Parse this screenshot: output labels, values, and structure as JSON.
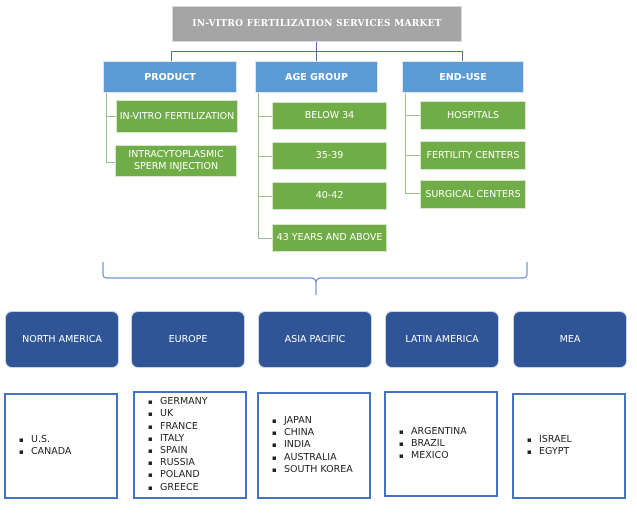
{
  "title": "IN-VITRO FERTILIZATION SERVICES MARKET",
  "segments": [
    {
      "label": "PRODUCT",
      "items": [
        "IN-VITRO FERTILIZATION",
        "INTRACYTOPLASMIC SPERM INJECTION"
      ]
    },
    {
      "label": "AGE GROUP",
      "items": [
        "BELOW 34",
        "35-39",
        "40-42",
        "43 YEARS AND ABOVE"
      ]
    },
    {
      "label": "END-USE",
      "items": [
        "HOSPITALS",
        "FERTILITY CENTERS",
        "SURGICAL CENTERS"
      ]
    }
  ],
  "regions": [
    {
      "label": "NORTH AMERICA",
      "countries": [
        "U.S.",
        "CANADA"
      ]
    },
    {
      "label": "EUROPE",
      "countries": [
        "GERMANY",
        "UK",
        "FRANCE",
        "ITALY",
        "SPAIN",
        "RUSSIA",
        "POLAND",
        "GREECE"
      ]
    },
    {
      "label": "ASIA PACIFIC",
      "countries": [
        "JAPAN",
        "CHINA",
        "INDIA",
        "AUSTRALIA",
        "SOUTH KOREA"
      ]
    },
    {
      "label": "LATIN AMERICA",
      "countries": [
        "ARGENTINA",
        "BRAZIL",
        "MEXICO"
      ]
    },
    {
      "label": "MEA",
      "countries": [
        "ISRAEL",
        "EGYPT"
      ]
    }
  ],
  "colors": {
    "root": "#a5a5a5",
    "segment": "#5b9bd5",
    "sub_item": "#70ad47",
    "region": "#2f5597",
    "country_border": "#4472c4"
  }
}
